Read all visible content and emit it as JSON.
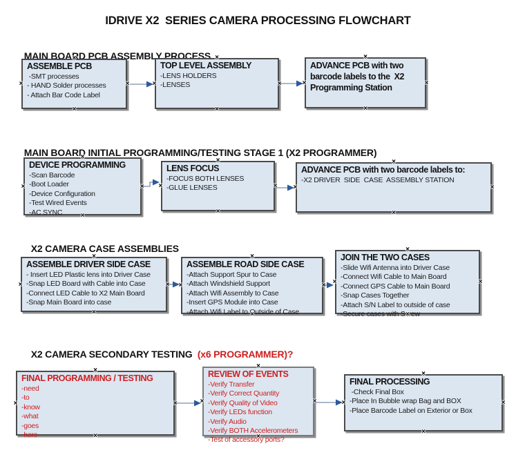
{
  "title": "IDRIVE X2  SERIES CAMERA PROCESSING FLOWCHART",
  "colors": {
    "box_fill": "#dce6f1",
    "box_border": "#4a4a4a",
    "red_accent": "#cc2020",
    "arrow_line": "#8da0b8",
    "arrow_head": "#2e5a9c"
  },
  "sections": [
    {
      "header": "MAIN BOARD PCB ASSEMBLY PROCESS",
      "boxes": [
        {
          "title": "ASSEMBLE PCB",
          "items": [
            " -SMT processes",
            "- HAND Solder processes",
            "- Attach Bar Code Label"
          ]
        },
        {
          "title": "TOP LEVEL ASSEMBLY",
          "items": [
            "-LENS HOLDERS",
            "-LENSES"
          ]
        },
        {
          "title": "ADVANCE PCB with two barcode labels to the  X2 Programming Station",
          "items": []
        }
      ]
    },
    {
      "header": "MAIN BOARD INITIAL PROGRAMMING/TESTING STAGE 1 (X2 PROGRAMMER)",
      "boxes": [
        {
          "title": "DEVICE PROGRAMMING",
          "items": [
            "-Scan Barcode",
            "-Boot Loader",
            "-Device Configuration",
            "-Test Wired Events",
            "-AC SYNC"
          ]
        },
        {
          "title": "LENS FOCUS",
          "items": [
            "-FOCUS BOTH LENSES",
            "-GLUE LENSES"
          ]
        },
        {
          "title": "ADVANCE PCB with two barcode labels to:",
          "items": [
            "-X2 DRIVER  SIDE  CASE  ASSEMBLY STATION"
          ]
        }
      ]
    },
    {
      "header": "X2 CAMERA CASE ASSEMBLIES",
      "boxes": [
        {
          "title": "ASSEMBLE DRIVER SIDE CASE",
          "items": [
            "- Insert LED Plastic lens into Driver Case",
            "-Snap LED Board with Cable into Case",
            "-Connect LED Cable to X2 Main Board",
            "-Snap Main Board into case"
          ]
        },
        {
          "title": "ASSEMBLE ROAD SIDE CASE",
          "items": [
            "-Attach Support Spur to Case",
            "-Attach Windshield Support",
            "-Attach Wifi Assembly to Case",
            "-Insert GPS Module into Case",
            "-Attach Wifi Label to Outside of Case"
          ]
        },
        {
          "title": "JOIN THE TWO CASES",
          "items": [
            "-Slide Wifi Antenna into Driver Case",
            "-Connect Wifi Cable to Main Board",
            "-Connect GPS Cable to Main Board",
            "-Snap Cases Together",
            "-Attach S/N Label to outside of case",
            "-Secure cases with Screw"
          ]
        }
      ]
    },
    {
      "header": "X2 CAMERA SECONDARY TESTING",
      "header_red": "  (x6 PROGRAMMER)?",
      "boxes": [
        {
          "title": "FINAL PROGRAMMING / TESTING",
          "items": [
            "-need",
            "-to",
            "-know",
            "-what",
            "-goes",
            "-here"
          ]
        },
        {
          "title": "REVIEW OF EVENTS",
          "items": [
            "-Verify Transfer",
            "-Verify Correct Quantity",
            "-Verify Quality of Video",
            "-Verify LEDs function",
            "-Verify Audio",
            "-Verify BOTH Accelerometers",
            "-Test of accessory ports?"
          ]
        },
        {
          "title": "FINAL PROCESSING",
          "items": [
            " -Check Final Box",
            "-Place In Bubble wrap Bag and BOX",
            "-Place Barcode Label on Exterior or Box"
          ]
        }
      ]
    }
  ]
}
